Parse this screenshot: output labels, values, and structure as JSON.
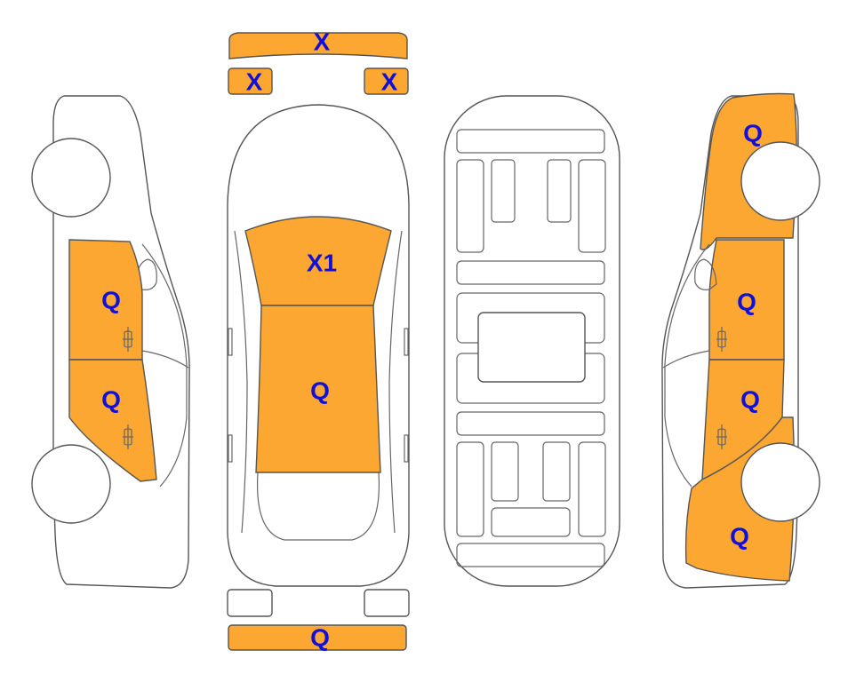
{
  "colors": {
    "damage_fill": "#FBA731",
    "label_text": "#1010D8",
    "outline": "#555555",
    "background": "#ffffff"
  },
  "panels": {
    "front_bumper": "X",
    "headlight_left": "X",
    "headlight_right": "X",
    "hood": "X1",
    "roof": "Q",
    "rear_bumper": "Q",
    "left_front_door": "Q",
    "left_rear_door": "Q",
    "right_front_fender": "Q",
    "right_front_door": "Q",
    "right_rear_door": "Q",
    "right_rear_quarter": "Q"
  }
}
